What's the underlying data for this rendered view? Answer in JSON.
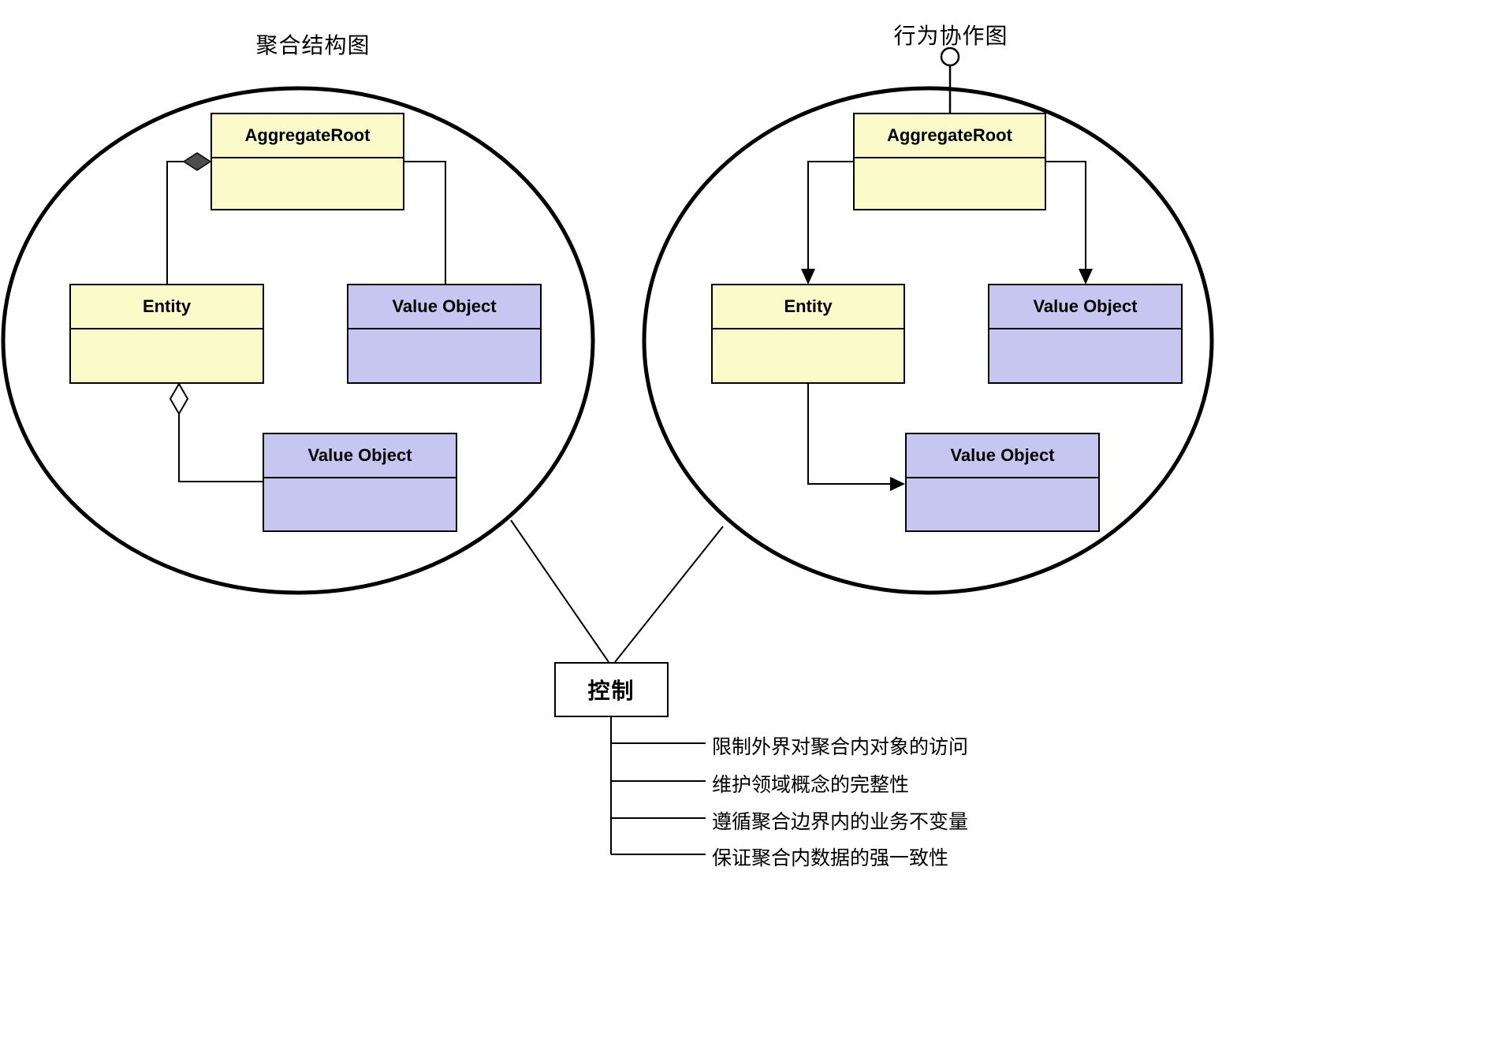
{
  "left_diagram": {
    "title": "聚合结构图",
    "nodes": {
      "aggregate_root": "AggregateRoot",
      "entity": "Entity",
      "value_object_right": "Value Object",
      "value_object_bottom": "Value Object"
    }
  },
  "right_diagram": {
    "title": "行为协作图",
    "nodes": {
      "aggregate_root": "AggregateRoot",
      "entity": "Entity",
      "value_object_right": "Value Object",
      "value_object_bottom": "Value Object"
    }
  },
  "control": {
    "label": "控制",
    "points": [
      "限制外界对聚合内对象的访问",
      "维护领域概念的完整性",
      "遵循聚合边界内的业务不变量",
      "保证聚合内数据的强一致性"
    ]
  },
  "colors": {
    "entity_fill": "#FBFBC9",
    "value_object_fill": "#C7C6F1",
    "line": "#000000",
    "composition_diamond_fill": "#4D4D4D"
  }
}
